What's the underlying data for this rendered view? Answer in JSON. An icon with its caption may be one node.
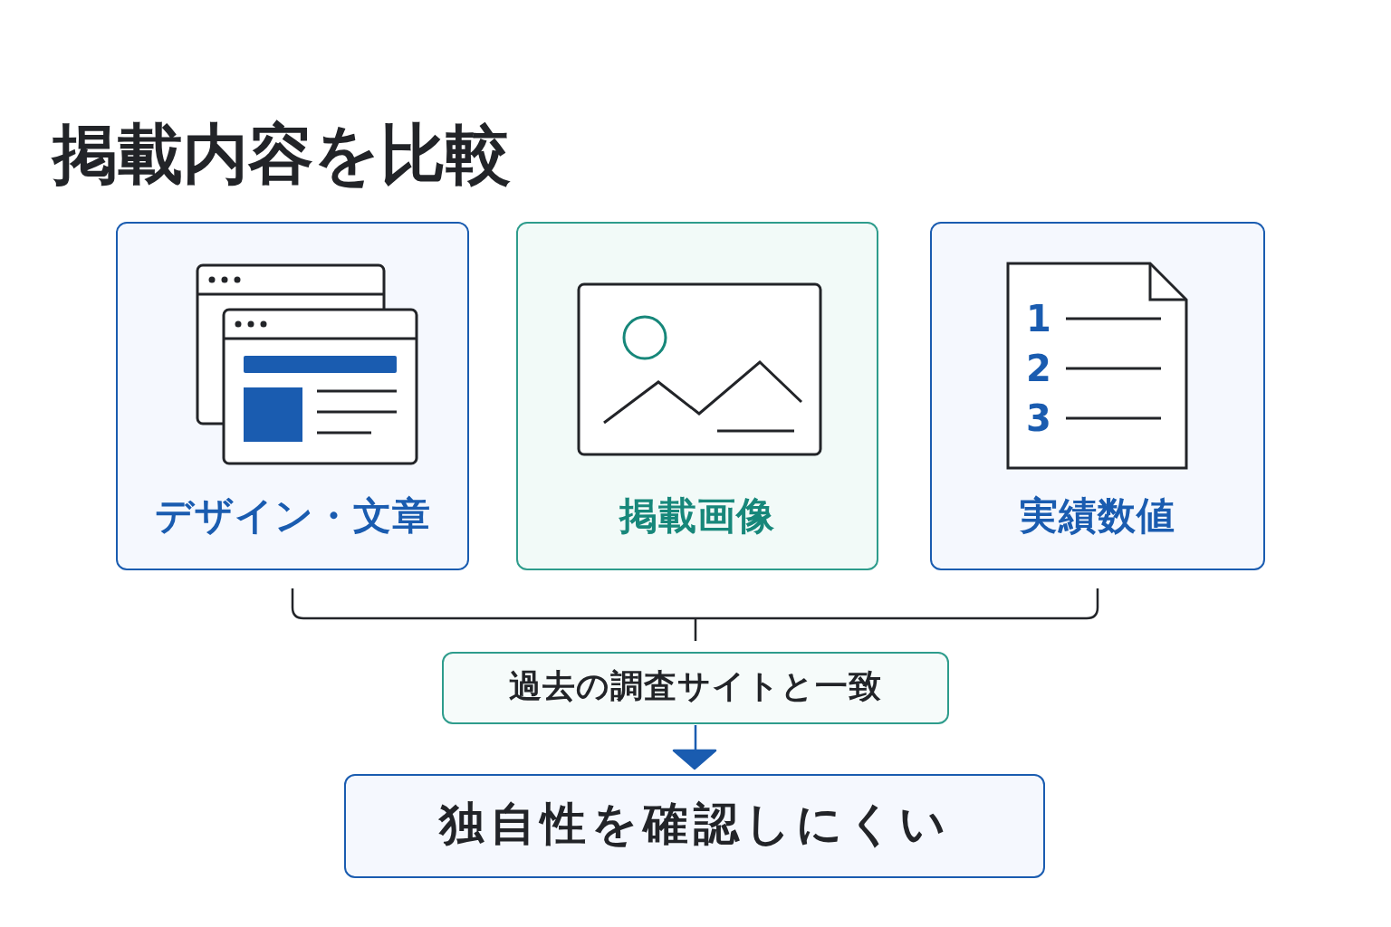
{
  "diagram": {
    "title": "掲載内容を比較",
    "nodes": [
      {
        "text": [
          "デザイン・文章"
        ]
      },
      {
        "text": [
          "掲載画像"
        ]
      },
      {
        "text": [
          "実績数値"
        ]
      },
      {
        "text": [
          "過去の調査サイトと一致"
        ]
      },
      {
        "text": [
          "独自性を確認しにくい"
        ]
      }
    ],
    "edges": [
      {
        "from": 0,
        "to": 3,
        "arrow": "none"
      },
      {
        "from": 2,
        "to": 3,
        "arrow": "none"
      },
      {
        "from": 3,
        "to": 4,
        "arrow": "to",
        "color": "#1a5cb0"
      }
    ],
    "labels": [
      "1",
      "2",
      "3"
    ]
  }
}
